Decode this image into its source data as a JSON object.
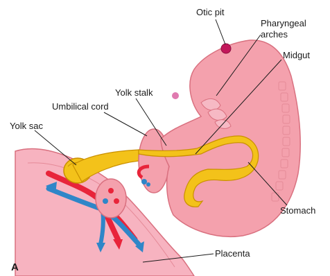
{
  "figure_letter": "A",
  "labels": {
    "otic_pit": "Otic pit",
    "pharyngeal_arches_line1": "Pharyngeal",
    "pharyngeal_arches_line2": "arches",
    "midgut": "Midgut",
    "yolk_stalk": "Yolk stalk",
    "umbilical_cord": "Umbilical cord",
    "yolk_sac": "Yolk sac",
    "stomach": "Stomach",
    "placenta": "Placenta"
  },
  "colors": {
    "embryo_pink": "#f4a1ad",
    "embryo_outline": "#d9707f",
    "placenta_pink": "#f7b3c0",
    "yolk_yellow": "#f3c21a",
    "yolk_outline": "#c98f00",
    "artery_red": "#e8243a",
    "vein_blue": "#2f86c8",
    "otic_magenta": "#c2185b"
  }
}
